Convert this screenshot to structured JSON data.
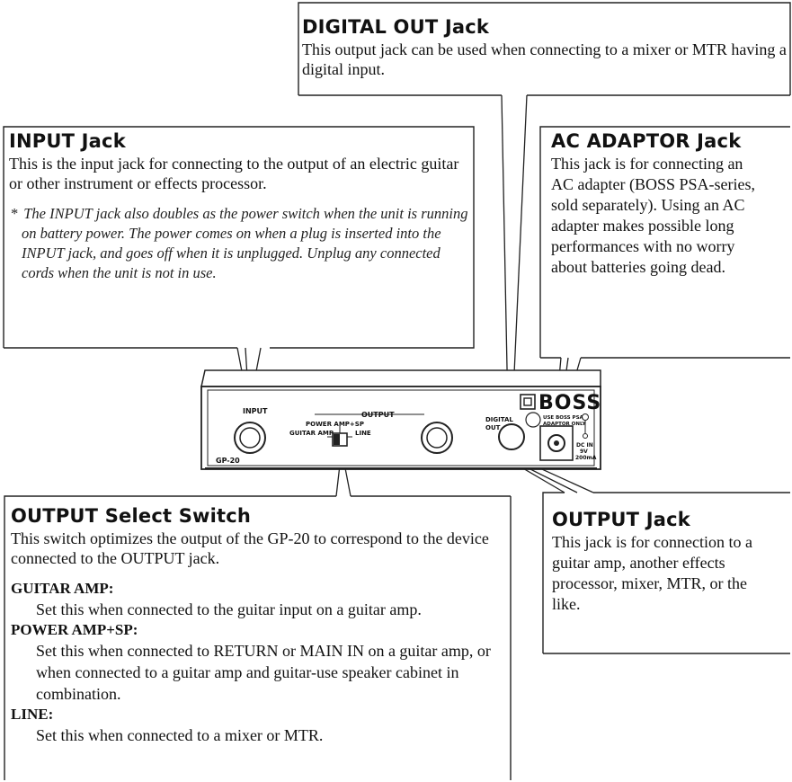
{
  "digital_out": {
    "title": "DIGITAL OUT Jack",
    "body": "This output jack can be used when connecting to a mixer or MTR having a digital input."
  },
  "input": {
    "title": "INPUT Jack",
    "body": "This is the input jack for connecting to the output of an electric guitar or other instrument or effects processor.",
    "note_mark": "*",
    "note": "The INPUT jack also doubles as the power switch when the unit is running on battery power. The power comes on when a plug is inserted into the INPUT jack, and goes off when it is unplugged. Unplug any connected cords when the unit is not in use."
  },
  "ac_adaptor": {
    "title": "AC ADAPTOR Jack",
    "body": "This jack is for connecting an AC adapter (BOSS PSA-series, sold separately). Using an AC adapter makes possible long performances with no worry about batteries going dead."
  },
  "output_select": {
    "title": "OUTPUT Select Switch",
    "body": "This switch optimizes the output of the GP-20 to correspond to the device connected to the OUTPUT jack.",
    "options": [
      {
        "term": "GUITAR AMP:",
        "desc": "Set this when connected to the guitar input on a guitar amp."
      },
      {
        "term": "POWER AMP+SP:",
        "desc": "Set this when connected to RETURN or MAIN IN on a guitar amp, or when connected to a guitar amp and guitar-use speaker cabinet in combination."
      },
      {
        "term": "LINE:",
        "desc": "Set this when connected to a mixer or MTR."
      }
    ]
  },
  "output_jack": {
    "title": "OUTPUT Jack",
    "body": "This jack is for connection to a guitar amp, another effects processor, mixer, MTR, or the like."
  },
  "panel": {
    "input_label": "INPUT",
    "output_label": "OUTPUT",
    "power_amp_label": "POWER AMP+SP",
    "guitar_amp_label": "GUITAR AMP",
    "line_label": "LINE",
    "model_label": "GP-20",
    "digital_label_1": "DIGITAL",
    "digital_label_2": "OUT",
    "brand": "BOSS",
    "adaptor_note_1": "USE BOSS PSA",
    "adaptor_note_2": "ADAPTOR ONLY",
    "dc_label_1": "DC IN",
    "dc_label_2": "9V",
    "dc_label_3": "200mA"
  }
}
